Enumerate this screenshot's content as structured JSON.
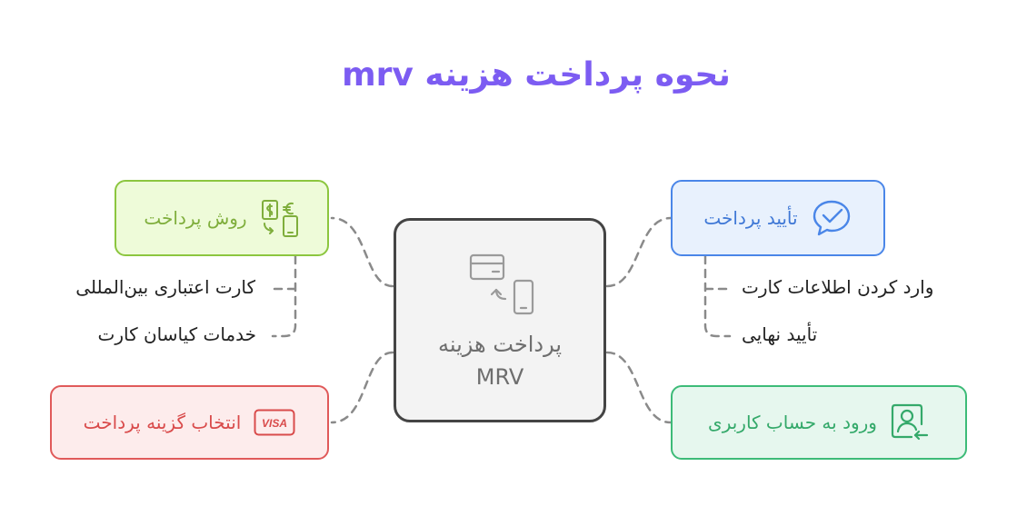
{
  "title": "نحوه پرداخت هزینه mrv",
  "center": {
    "line1": "پرداخت هزینه",
    "line2": "MRV"
  },
  "nodes": {
    "payment_method": {
      "label": "روش پرداخت",
      "color": "#8cc63f",
      "bg": "#eefbd9"
    },
    "payment_confirm": {
      "label": "تأیید پرداخت",
      "color": "#4a86e8",
      "bg": "#e8f1fd"
    },
    "select_option": {
      "label": "انتخاب گزینه پرداخت",
      "color": "#e05a5a",
      "bg": "#fdecec",
      "badge": "VISA"
    },
    "login": {
      "label": "ورود به حساب کاربری",
      "color": "#3dbb78",
      "bg": "#e6f7ee"
    }
  },
  "subitems": {
    "payment_method": [
      "کارت اعتباری بین‌المللی",
      "خدمات کیاسان کارت"
    ],
    "payment_confirm": [
      "وارد کردن اطلاعات کارت",
      "تأیید نهایی"
    ]
  }
}
